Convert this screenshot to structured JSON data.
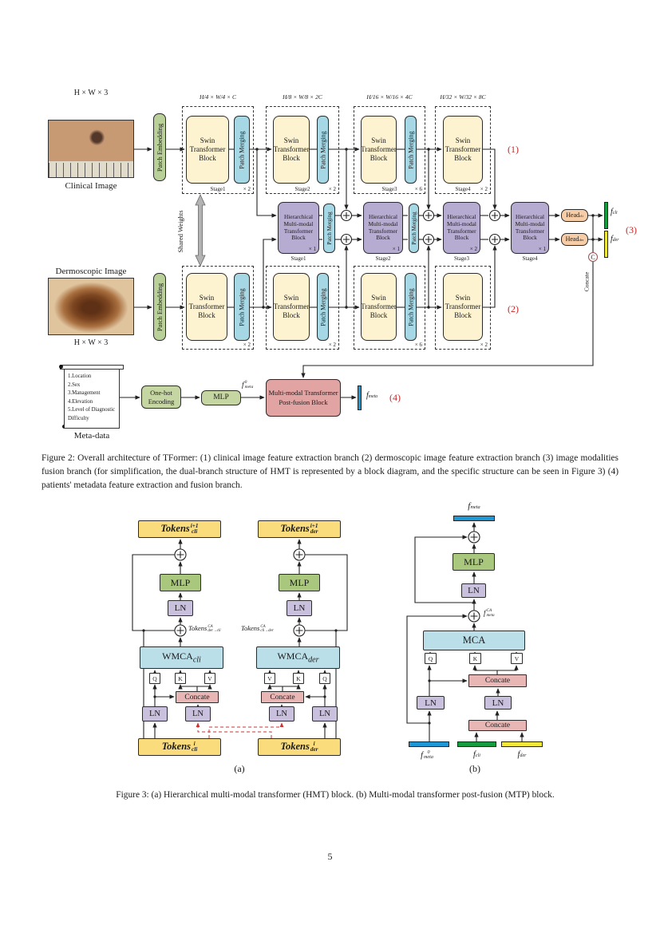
{
  "page": {
    "number": "5"
  },
  "fig2": {
    "caption": "Figure 2: Overall architecture of TFormer: (1) clinical image feature extraction branch (2) dermoscopic image feature extraction branch (3) image modalities fusion branch (for simplification, the dual-branch structure of HMT is represented by a block diagram, and the specific structure can be seen in Figure 3) (4) patients' metadata feature extraction and fusion branch.",
    "clinical": {
      "dim": "H × W × 3",
      "label": "Clinical Image"
    },
    "dermoscopic": {
      "dim": "H × W × 3",
      "label": "Dermoscopic Image"
    },
    "patch_embedding": "Patch Embedding",
    "swin": "Swin Transformer Block",
    "patch_merging": "Patch Merging",
    "hmt": "Hierarchical Multi-modal Transformer Block",
    "shared_weights": "Shared Weights",
    "top_stages": [
      {
        "dim": "H/4 × W/4 × C",
        "name": "Stage1",
        "mult": "× 2"
      },
      {
        "dim": "H/8 × W/8 × 2C",
        "name": "Stage2",
        "mult": "× 2"
      },
      {
        "dim": "H/16 × W/16 × 4C",
        "name": "Stage3",
        "mult": "× 6"
      },
      {
        "dim": "H/32 × W/32 × 8C",
        "name": "Stage4",
        "mult": "× 2"
      }
    ],
    "bottom_stages": [
      {
        "mult": "× 2"
      },
      {
        "mult": "× 2"
      },
      {
        "mult": "× 6"
      },
      {
        "mult": "× 2"
      }
    ],
    "hmt_stages": [
      {
        "name": "Stage1",
        "mult": "× 1"
      },
      {
        "name": "Stage2",
        "mult": "× 1"
      },
      {
        "name": "Stage3",
        "mult": "× 2"
      },
      {
        "name": "Stage4",
        "mult": "× 1"
      }
    ],
    "head_cli": {
      "base": "Head",
      "sub": "cli"
    },
    "head_der": {
      "base": "Head",
      "sub": "der"
    },
    "f_cli": {
      "base": "f",
      "sub": "cli"
    },
    "f_der": {
      "base": "f",
      "sub": "der"
    },
    "f_meta": {
      "base": "f",
      "sub": "meta"
    },
    "f_meta0": {
      "base": "f",
      "sup": "0",
      "sub": "meta"
    },
    "branch1": "(1)",
    "branch2": "(2)",
    "branch3": "(3)",
    "branch4": "(4)",
    "concate_c": "C",
    "concate": "Concate",
    "meta": {
      "items": [
        "1.Location",
        "2.Sex",
        "3.Management",
        "4.Elevation",
        "5.Level of Diagnostic",
        "Difficulty"
      ],
      "label": "Meta-data"
    },
    "onehot": "One-hot Encoding",
    "mlp": "MLP",
    "mtp": "Multi-modal Transformer Post-fusion Block"
  },
  "fig3": {
    "caption": "Figure 3: (a) Hierarchical multi-modal transformer (HMT) block. (b) Multi-modal transformer post-fusion (MTP) block.",
    "a": {
      "label": "(a)",
      "left": {
        "tokens_out": {
          "base": "Tokens",
          "sup": "i+1",
          "sub": "cli"
        },
        "mlp": "MLP",
        "ln": "LN",
        "ca": {
          "base": "Tokens",
          "sup": "CA",
          "sub": "der→cli"
        },
        "wmca": {
          "base": "WMCA",
          "sub": "cli"
        },
        "q": "Q",
        "k": "K",
        "v": "V",
        "concate": "Concate",
        "ln_outer": "LN",
        "ln_center": "LN",
        "tokens_in": {
          "base": "Tokens",
          "sup": "i",
          "sub": "cli"
        }
      },
      "right": {
        "tokens_out": {
          "base": "Tokens",
          "sup": "i+1",
          "sub": "der"
        },
        "mlp": "MLP",
        "ln": "LN",
        "ca": {
          "base": "Tokens",
          "sup": "CA",
          "sub": "cli→der"
        },
        "wmca": {
          "base": "WMCA",
          "sub": "der"
        },
        "q": "Q",
        "k": "K",
        "v": "V",
        "concate": "Concate",
        "ln_outer": "LN",
        "ln_center": "LN",
        "tokens_in": {
          "base": "Tokens",
          "sup": "i",
          "sub": "der"
        }
      }
    },
    "b": {
      "label": "(b)",
      "f_meta": {
        "base": "f",
        "sub": "meta"
      },
      "mlp": "MLP",
      "ln": "LN",
      "f_ca": {
        "base": "f",
        "sup": "CA",
        "sub": "meta"
      },
      "mca": "MCA",
      "q": "Q",
      "k": "K",
      "v": "V",
      "concate1": "Concate",
      "ln_left": "LN",
      "ln_center": "LN",
      "concate2": "Concate",
      "f_meta0": {
        "base": "f",
        "sup": "0",
        "sub": "meta"
      },
      "f_cli": {
        "base": "f",
        "sub": "cli"
      },
      "f_der": {
        "base": "f",
        "sub": "der"
      }
    }
  }
}
